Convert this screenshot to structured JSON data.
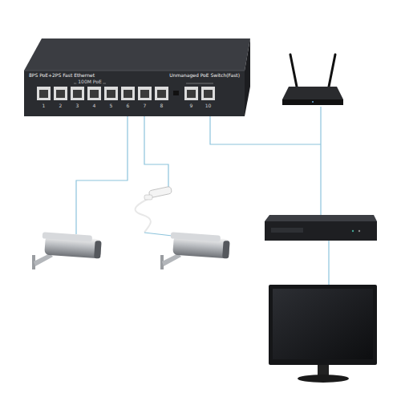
{
  "diagram": {
    "nodes": [
      {
        "text": [
          "8PS PoE+2PS Fast Ethernet",
          "Unmanaged PoE Switch(Fast)"
        ]
      }
    ],
    "labels": [
      "100M PoE",
      "1",
      "2",
      "3",
      "4",
      "5",
      "6",
      "7",
      "8",
      "9",
      "10"
    ]
  }
}
